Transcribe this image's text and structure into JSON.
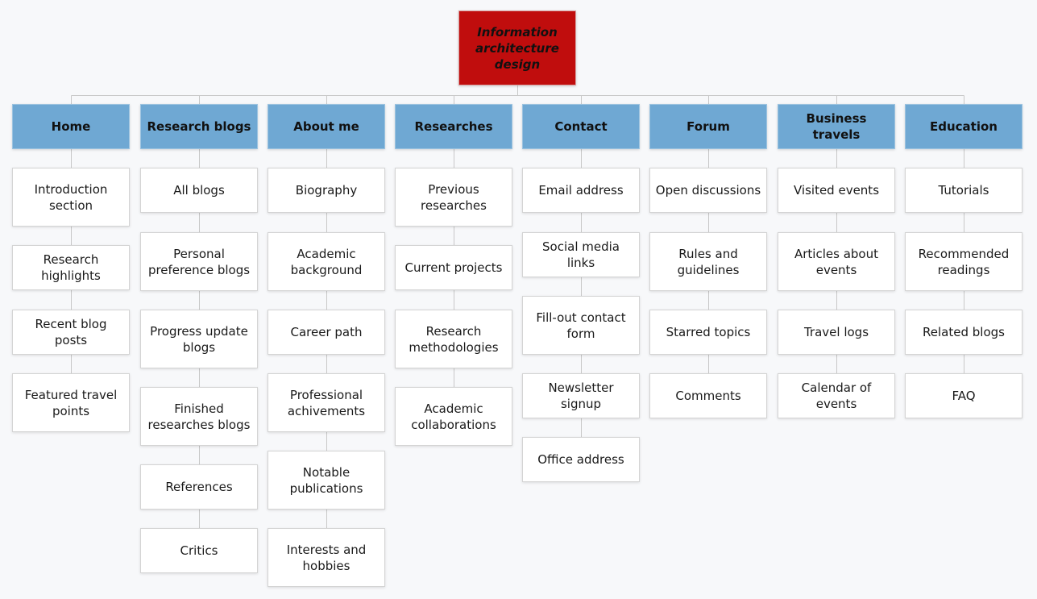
{
  "root": {
    "label": "Information architecture design",
    "color": "#c00d0d"
  },
  "category_color": "#6fa8d3",
  "columns": [
    {
      "title": "Home",
      "items": [
        "Introduction section",
        "Research highlights",
        "Recent blog posts",
        "Featured travel points"
      ]
    },
    {
      "title": "Research blogs",
      "items": [
        "All blogs",
        "Personal preference blogs",
        "Progress update blogs",
        "Finished researches blogs",
        "References",
        "Critics"
      ]
    },
    {
      "title": "About me",
      "items": [
        "Biography",
        "Academic background",
        "Career path",
        "Professional achivements",
        "Notable publications",
        "Interests and hobbies"
      ]
    },
    {
      "title": "Researches",
      "items": [
        "Previous researches",
        "Current projects",
        "Research methodologies",
        "Academic collaborations"
      ]
    },
    {
      "title": "Contact",
      "items": [
        "Email address",
        "Social media links",
        "Fill-out contact form",
        "Newsletter signup",
        "Office address"
      ]
    },
    {
      "title": "Forum",
      "items": [
        "Open discussions",
        "Rules and guidelines",
        "Starred topics",
        "Comments"
      ]
    },
    {
      "title": "Business travels",
      "items": [
        "Visited events",
        "Articles about events",
        "Travel logs",
        "Calendar of events"
      ]
    },
    {
      "title": "Education",
      "items": [
        "Tutorials",
        "Recommended readings",
        "Related blogs",
        "FAQ"
      ]
    }
  ]
}
